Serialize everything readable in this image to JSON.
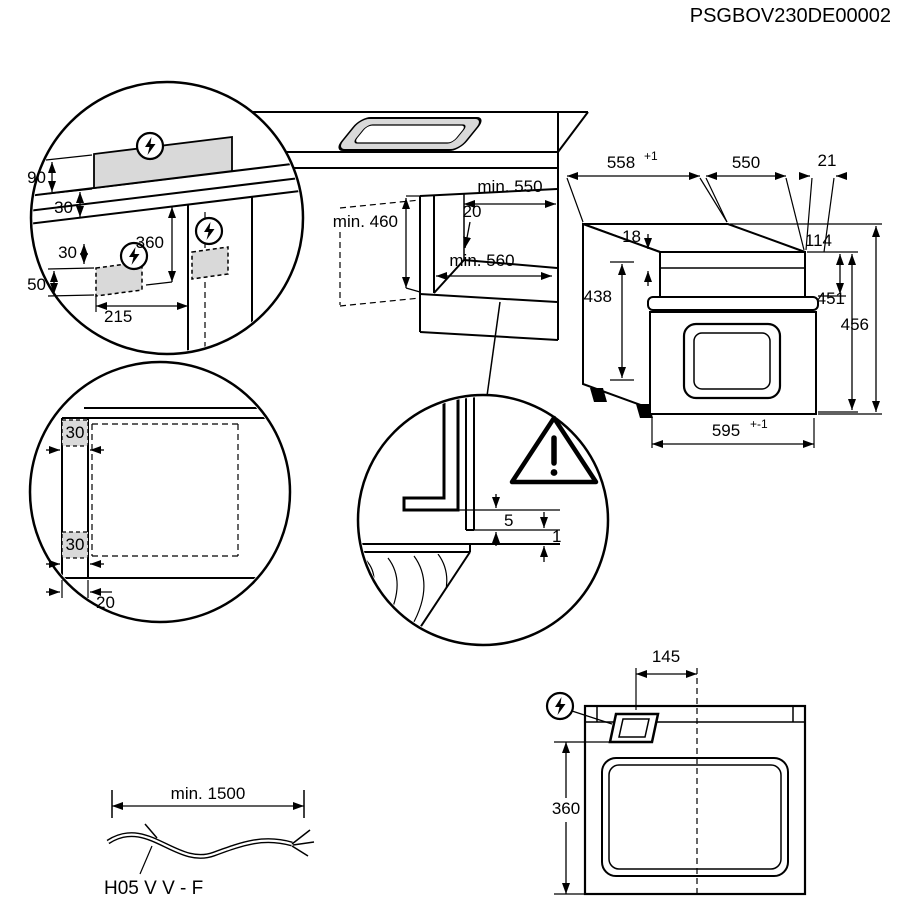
{
  "doc": {
    "code": "PSGBOV230DE00002"
  },
  "electrical_detail": {
    "d90": "90",
    "d30_top": "30",
    "d360": "360",
    "d30_box": "30",
    "d50": "50",
    "d215": "215"
  },
  "niche": {
    "min_depth": "min. 550",
    "back_gap": "20",
    "min_height": "min. 460",
    "min_width": "min. 560"
  },
  "oven": {
    "w558": "558",
    "w558_tol": "+1",
    "d550": "550",
    "d21": "21",
    "d18": "18",
    "d114": "114",
    "d438": "438",
    "d451": "451",
    "d456": "456",
    "w595": "595",
    "w595_tol": "+-1"
  },
  "front_detail": {
    "d30_top": "30",
    "d30_bottom": "30",
    "d20": "20"
  },
  "gap_detail": {
    "d5": "5",
    "d1": "1"
  },
  "back_view": {
    "d145": "145",
    "d360": "360"
  },
  "cable": {
    "min_length": "min. 1500",
    "cable_type": "H05 V V - F"
  }
}
